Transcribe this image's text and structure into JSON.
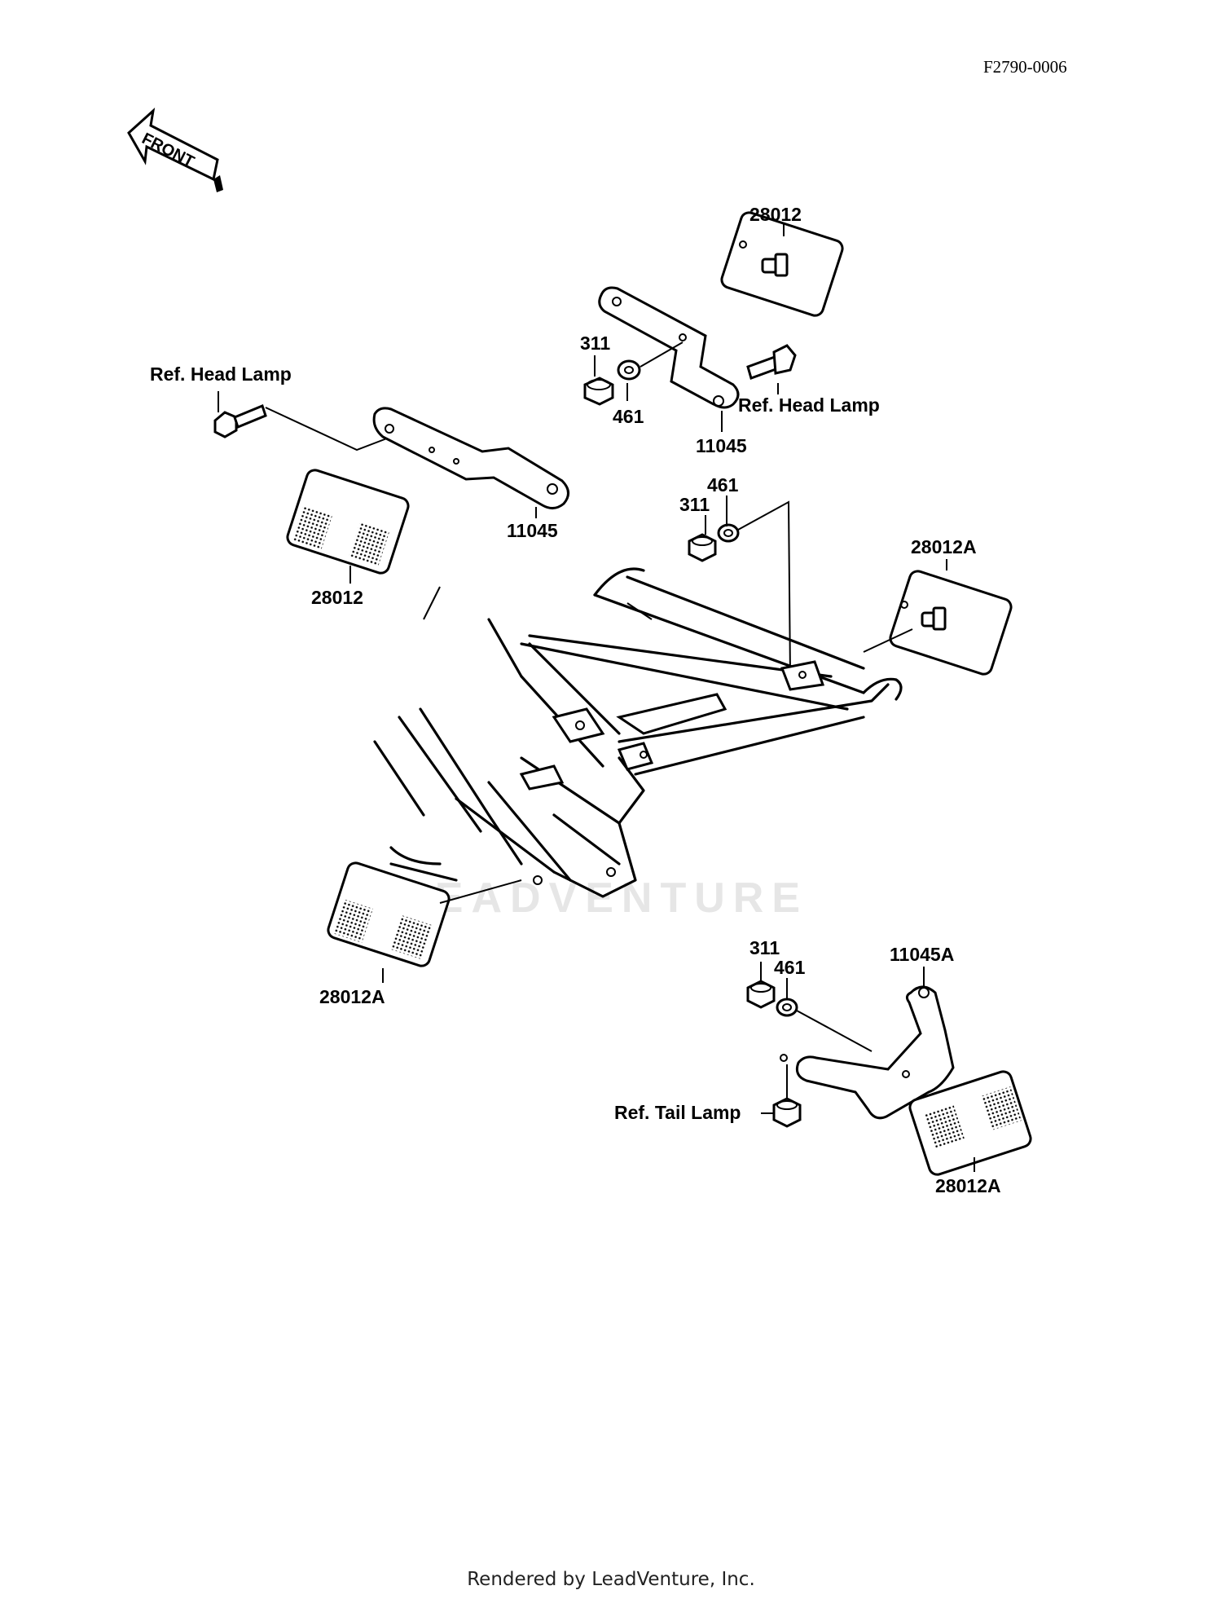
{
  "diagram_code": "F2790-0006",
  "front_arrow_label": "FRONT",
  "watermark": "LEADVENTURE",
  "footer": "Rendered by LeadVenture, Inc.",
  "callouts": {
    "reflector_top": "28012",
    "nut_top": "311",
    "washer_top": "461",
    "ref_head_lamp_right": "Ref. Head Lamp",
    "bracket_top": "11045",
    "ref_head_lamp_left": "Ref. Head Lamp",
    "bracket_left": "11045",
    "reflector_left": "28012",
    "washer_mid": "461",
    "nut_mid": "311",
    "reflector_mid_right": "28012A",
    "reflector_bottom_left": "28012A",
    "nut_bottom": "311",
    "washer_bottom": "461",
    "bracket_bottom": "11045A",
    "ref_tail_lamp": "Ref. Tail Lamp",
    "reflector_bottom_right": "28012A"
  }
}
